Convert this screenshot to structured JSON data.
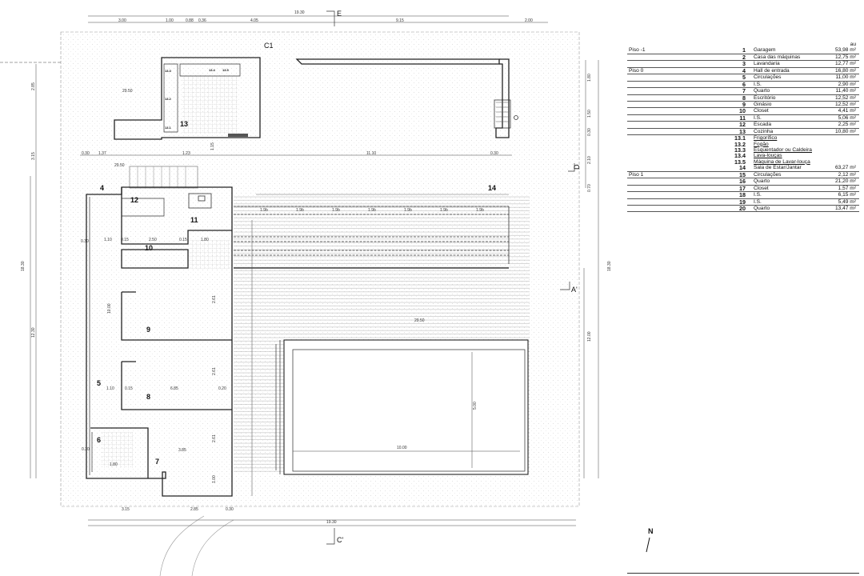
{
  "legend": {
    "area_header": "au",
    "rows": [
      {
        "floor": "Piso -1",
        "num": "1",
        "name": "Garagem",
        "area": "53,98 m²"
      },
      {
        "floor": "",
        "num": "2",
        "name": "Casa das máquinas",
        "area": "12,75 m²"
      },
      {
        "floor": "",
        "num": "3",
        "name": "Lavandaria",
        "area": "12,77 m²"
      },
      {
        "floor": "Piso 0",
        "num": "4",
        "name": "Hall de entrada",
        "area": "16,80 m²"
      },
      {
        "floor": "",
        "num": "5",
        "name": "Circulações",
        "area": "11,00 m²"
      },
      {
        "floor": "",
        "num": "6",
        "name": "I.S.",
        "area": "2,90 m²"
      },
      {
        "floor": "",
        "num": "7",
        "name": "Quarto",
        "area": "11,40 m²"
      },
      {
        "floor": "",
        "num": "8",
        "name": "Escritório",
        "area": "12,52 m²"
      },
      {
        "floor": "",
        "num": "9",
        "name": "Ginásio",
        "area": "12,52 m²"
      },
      {
        "floor": "",
        "num": "10",
        "name": "Closet",
        "area": "4,41 m²"
      },
      {
        "floor": "",
        "num": "11",
        "name": "I.S.",
        "area": "5,06 m²"
      },
      {
        "floor": "",
        "num": "12",
        "name": "Escada",
        "area": "2,25 m²"
      },
      {
        "floor": "",
        "num": "13",
        "name": "Cozinha",
        "area": "10,80 m²"
      },
      {
        "floor": "",
        "num": "13.1",
        "name": "Frigorífico",
        "area": "",
        "sub": true
      },
      {
        "floor": "",
        "num": "13.2",
        "name": "Fogão",
        "area": "",
        "sub": true
      },
      {
        "floor": "",
        "num": "13.3",
        "name": "Esquentador ou Caldeira",
        "area": "",
        "sub": true
      },
      {
        "floor": "",
        "num": "13.4",
        "name": "Lava-louças",
        "area": "",
        "sub": true
      },
      {
        "floor": "",
        "num": "13.5",
        "name": "Máquina de Lavar-louça",
        "area": "",
        "sub": true
      },
      {
        "floor": "",
        "num": "14",
        "name": "Sala de Estar/Jantar",
        "area": "63,27 m²"
      },
      {
        "floor": "Piso 1",
        "num": "15",
        "name": "Circulações",
        "area": "2,12 m²"
      },
      {
        "floor": "",
        "num": "16",
        "name": "Quarto",
        "area": "21,20 m²"
      },
      {
        "floor": "",
        "num": "17",
        "name": "Closet",
        "area": "1,57 m²"
      },
      {
        "floor": "",
        "num": "18",
        "name": "I.S.",
        "area": "6,15 m²"
      },
      {
        "floor": "",
        "num": "19",
        "name": "I.S.",
        "area": "5,49 m²"
      },
      {
        "floor": "",
        "num": "20",
        "name": "Quarto",
        "area": "13,47 m²"
      }
    ]
  },
  "plan": {
    "section_labels": {
      "c1": "C1",
      "e": "E",
      "a_prime": "A'",
      "c_prime": "C'",
      "d": "D"
    },
    "north_label": "N",
    "room_labels": {
      "r4": "4",
      "r5": "5",
      "r6": "6",
      "r7": "7",
      "r8": "8",
      "r9": "9",
      "r10": "10",
      "r11": "11",
      "r12": "12",
      "r13": "13",
      "r14": "14"
    },
    "kitchen_labels": {
      "k131": "13.1",
      "k132": "13.2",
      "k133": "13.3",
      "k134": "13.4",
      "k135": "13.5"
    },
    "levels": {
      "lev1": "29.50",
      "lev2": "29.50",
      "lev3": "29.50"
    },
    "dims_top": {
      "d1": "3.00",
      "d2": "1.00",
      "d3": "0.88",
      "d4": "0.36",
      "d5": "4.05",
      "d6": "9.15",
      "d7": "2.00",
      "overall": "19.30"
    },
    "dims_bottom": {
      "d1": "3.15",
      "d2": "2.85",
      "d3": "0.30",
      "overall": "19.30"
    },
    "dims_row": {
      "d1": "0.30",
      "d2": "1.37",
      "d3": "1.23",
      "d4": "1.15",
      "d5": "11.10",
      "d6": "0.30"
    },
    "dims_beam": [
      "1.9b",
      "1.9b",
      "1.9b",
      "1.9b",
      "1.9b",
      "1.9b",
      "1.9b"
    ],
    "dims_interior": {
      "a1": "0.30",
      "a2": "1.10",
      "a3": "0.15",
      "a4": "2.50",
      "a5": "0.15",
      "a6": "1.80",
      "b1": "1.10",
      "b2": "0.15",
      "b3": "6.85",
      "b4": "0.20",
      "c1": "0.30",
      "c2": "1.80",
      "c3": "3.85",
      "pool_w": "10.00",
      "pool_h": "5.00",
      "v1": "10.00",
      "v2": "2.61",
      "v3": "2.61",
      "v4": "2.61",
      "v5": "1.00"
    },
    "dims_left": {
      "l1": "2.85",
      "l2": "3.15",
      "l3": "18.30",
      "l4": "12.30"
    },
    "dims_right": {
      "r1": "1.80",
      "r2": "1.50",
      "r3": "0.30",
      "r4": "2.10",
      "r5": "0.70",
      "r6": "18.30",
      "r7": "12.00"
    }
  }
}
